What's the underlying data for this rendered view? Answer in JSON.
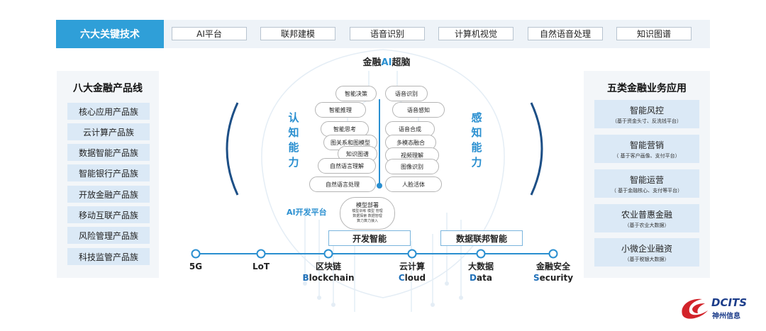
{
  "tech": {
    "title": "六大关键技术",
    "items": [
      "AI平台",
      "联邦建模",
      "语音识别",
      "计算机视觉",
      "自然语音处理",
      "知识图谱"
    ]
  },
  "left": {
    "title": "八大金融产品线",
    "items": [
      "核心应用产品族",
      "云计算产品族",
      "数据智能产品族",
      "智能银行产品族",
      "开放金融产品族",
      "移动互联产品族",
      "风险管理产品族",
      "科技监管产品族"
    ]
  },
  "right": {
    "title": "五类金融业务应用",
    "items": [
      {
        "name": "智能风控",
        "sub": "（基于资金头寸、反洗钱平台）"
      },
      {
        "name": "智能营销",
        "sub": "（ 基于客户画像、支付平台）"
      },
      {
        "name": "智能运营",
        "sub": "（ 基于金融核心、支付等平台）"
      },
      {
        "name": "农业普惠金融",
        "sub": "（基于农业大数据）"
      },
      {
        "name": "小微企业融资",
        "sub": "（基于税银大数据）"
      }
    ]
  },
  "brain": {
    "title_pre": "金融",
    "title_ai": "AI",
    "title_post": "超脑",
    "cognitive": [
      "认",
      "知",
      "能",
      "力"
    ],
    "perception": [
      "感",
      "知",
      "能",
      "力"
    ],
    "left_caps": [
      "智能决策",
      "智能推理",
      "智能思考",
      "图关系和图模型",
      "知识图谱",
      "自然语言理解",
      "自然语言处理"
    ],
    "right_caps": [
      "语音识别",
      "语音感知",
      "语音合成",
      "多模态融合",
      "视频理解",
      "图像识别",
      "人脸活体"
    ],
    "ai_dev": "AI开发平台",
    "deploy_title": "模型部署",
    "deploy_lines": [
      "模型训练  模型 管理",
      "数据探索  数据管理",
      "算力算力接入"
    ],
    "dev_intel": "开发智能",
    "fed_intel": "数据联邦智能"
  },
  "timeline": [
    {
      "cn": "5G",
      "en_first": "",
      "en_rest": ""
    },
    {
      "cn": "LoT",
      "en_first": "",
      "en_rest": ""
    },
    {
      "cn": "区块链",
      "en_first": "B",
      "en_rest": "lockchain"
    },
    {
      "cn": "云计算",
      "en_first": "C",
      "en_rest": "loud"
    },
    {
      "cn": "大数据",
      "en_first": "D",
      "en_rest": "ata"
    },
    {
      "cn": "金融安全",
      "en_first": "S",
      "en_rest": "ecurity"
    }
  ],
  "logo": {
    "brand": "DCITS",
    "cn": "神州信息"
  },
  "colors": {
    "accent": "#2f9fd8",
    "label_blue": "#2a8fd0",
    "timeline": "#2a8fd0",
    "brand_red": "#d2232a",
    "brand_navy": "#1c3d8a"
  }
}
